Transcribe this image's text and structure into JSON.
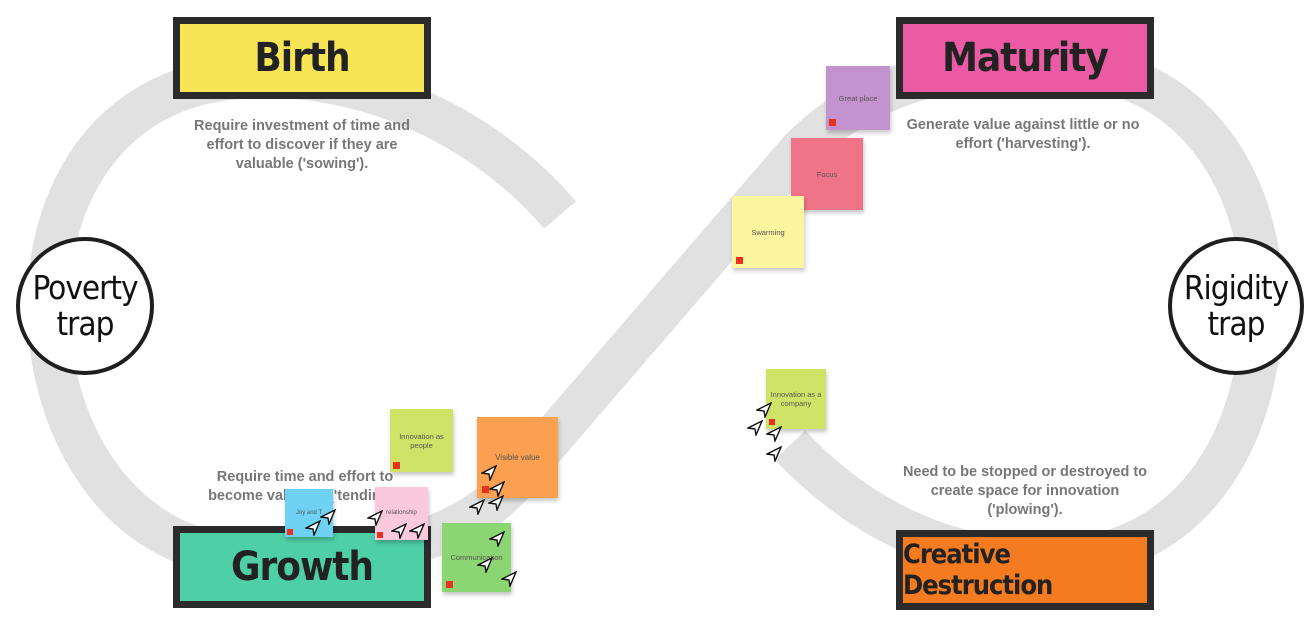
{
  "stages": {
    "birth": {
      "label": "Birth",
      "color": "#f8e555"
    },
    "maturity": {
      "label": "Maturity",
      "color": "#ea5ba4"
    },
    "growth": {
      "label": "Growth",
      "color": "#4fcfa6"
    },
    "creative_destruction": {
      "label": "Creative Destruction",
      "color": "#f47b20"
    }
  },
  "descriptions": {
    "birth": "Require investment of time and effort to discover if they are valuable ('sowing').",
    "maturity": "Generate value against little or no effort ('harvesting').",
    "growth": "Require time and effort to become valuable ('tending').",
    "creative_destruction": "Need to be stopped or destroyed to create space for innovation ('plowing')."
  },
  "traps": {
    "poverty": {
      "label": "Poverty trap"
    },
    "rigidity": {
      "label": "Rigidity trap"
    }
  },
  "stickies": [
    {
      "id": "great-place",
      "text": "Great place",
      "color": "#c592d0"
    },
    {
      "id": "focus",
      "text": "Focus",
      "color": "#f07487"
    },
    {
      "id": "swarming",
      "text": "Swarming",
      "color": "#fbf5a0"
    },
    {
      "id": "innovation-company",
      "text": "Innovation as a company",
      "color": "#cfe467"
    },
    {
      "id": "innovation-people",
      "text": "Innovation as people",
      "color": "#cfe467"
    },
    {
      "id": "visible-value",
      "text": "Visible value",
      "color": "#fba050"
    },
    {
      "id": "joy",
      "text": "Joy and T",
      "color": "#6fd2f5"
    },
    {
      "id": "relationship",
      "text": "relationship",
      "color": "#fbc9dc"
    },
    {
      "id": "communication",
      "text": "Communication",
      "color": "#8bd572"
    }
  ],
  "colors": {
    "loop": "#e1e1e1",
    "border": "#2b2b2b",
    "marker": "#e8321f"
  }
}
